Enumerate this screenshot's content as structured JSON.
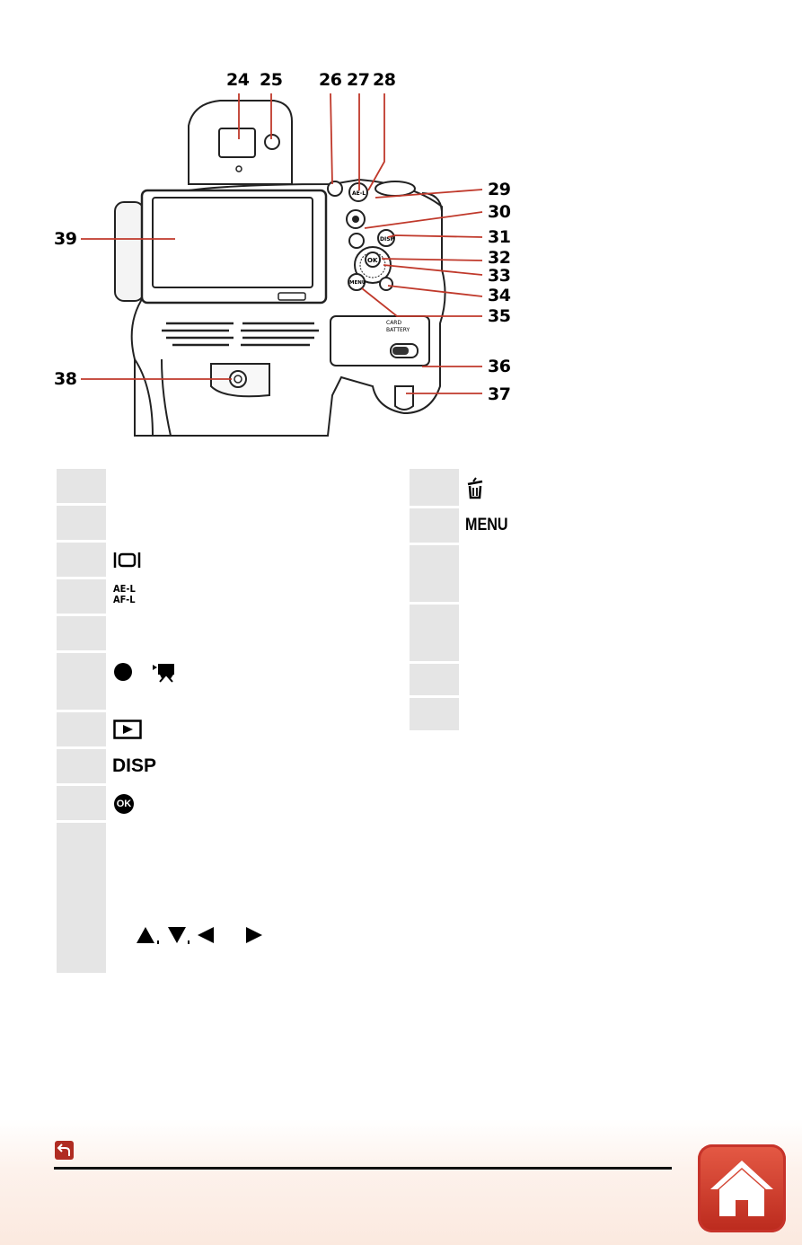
{
  "diagram": {
    "callouts_top": [
      "24",
      "25",
      "26",
      "27",
      "28"
    ],
    "callouts_right": [
      "29",
      "30",
      "31",
      "32",
      "33",
      "34",
      "35",
      "36",
      "37"
    ],
    "callouts_left": [
      "39",
      "38"
    ],
    "camera_labels": {
      "ael": "AE-L",
      "card": "CARD",
      "battery": "BATTERY",
      "ok": "OK",
      "disp": "DISP",
      "menu": "MENU"
    }
  },
  "table_left": {
    "rows": [
      {
        "icon_name": "none",
        "text": ""
      },
      {
        "icon_name": "none",
        "text": ""
      },
      {
        "icon_name": "monitor-switch-icon",
        "text": "|◯|"
      },
      {
        "icon_name": "ae-af-lock-icon",
        "line1": "AE-L",
        "line2": "AF-L"
      },
      {
        "icon_name": "none",
        "text": ""
      },
      {
        "icon_name": "movie-record-icon",
        "text": ""
      },
      {
        "icon_name": "playback-icon",
        "text": ""
      },
      {
        "icon_name": "disp-icon",
        "text": "DISP"
      },
      {
        "icon_name": "ok-icon",
        "text": "OK"
      },
      {
        "icon_name": "multi-selector-arrows-icon",
        "text": ""
      }
    ]
  },
  "table_right": {
    "rows": [
      {
        "icon_name": "delete-icon",
        "text": ""
      },
      {
        "icon_name": "menu-icon",
        "text": "MENU"
      },
      {
        "icon_name": "none",
        "text": ""
      },
      {
        "icon_name": "none",
        "text": ""
      },
      {
        "icon_name": "none",
        "text": ""
      },
      {
        "icon_name": "none",
        "text": ""
      }
    ]
  },
  "colors": {
    "accent_red": "#b02c22",
    "callout_line": "#c0392b",
    "table_grey": "#e5e5e5"
  }
}
